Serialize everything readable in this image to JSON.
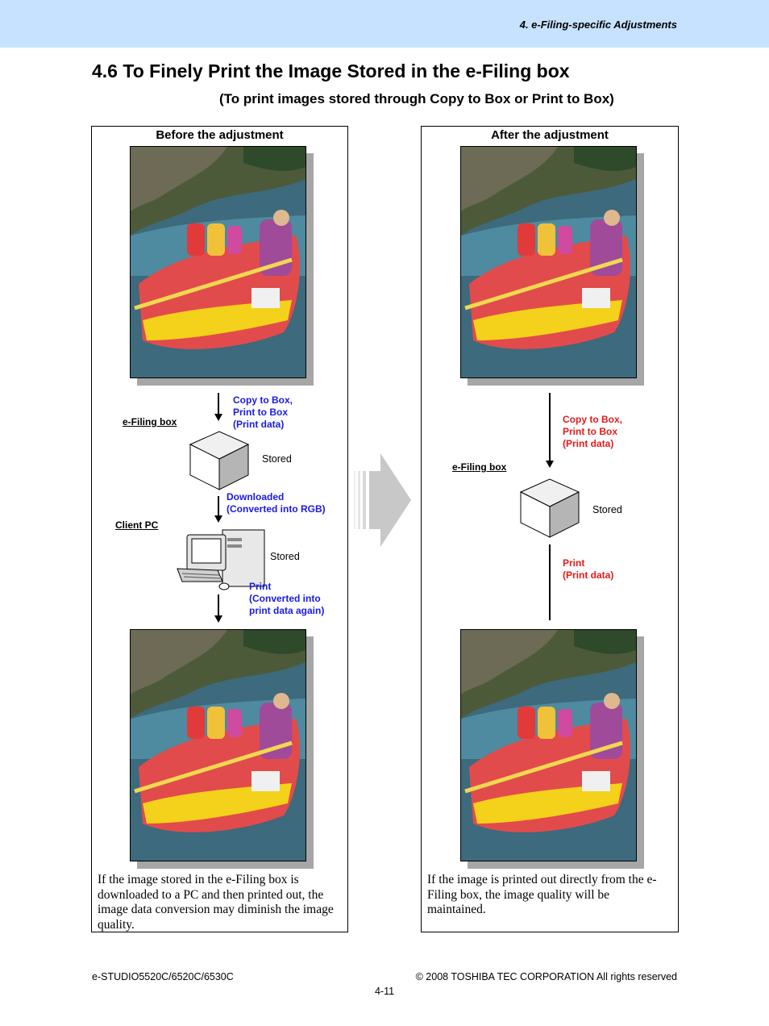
{
  "header": {
    "section": "4. e-Filing-specific Adjustments"
  },
  "title": "4.6 To Finely Print the Image Stored in the e-Filing box",
  "subtitle": "(To print images stored through Copy to Box or Print to Box)",
  "before": {
    "title": "Before the adjustment",
    "copy_label": "Copy to Box,\nPrint to Box\n(Print data)",
    "efiling_label": "e-Filing box",
    "stored1": "Stored",
    "downloaded_label": "Downloaded\n(Converted into RGB)",
    "client_label": "Client PC",
    "stored2": "Stored",
    "print_label": "Print\n(Converted into\nprint data again)",
    "caption": "If the image stored in the e-Filing box is downloaded to a PC and then printed out, the image data conversion may diminish the image quality."
  },
  "after": {
    "title": "After the adjustment",
    "copy_label": "Copy to Box,\nPrint to Box\n(Print data)",
    "efiling_label": "e-Filing box",
    "stored": "Stored",
    "print_label": "Print\n(Print data)",
    "caption": "If the image is printed out directly from the e-Filing box, the image quality will be maintained."
  },
  "colors": {
    "header_band": "#c6e2ff",
    "blue_label": "#1a1ae6",
    "red_label": "#e61a1a"
  },
  "footer": {
    "model": "e-STUDIO5520C/6520C/6530C",
    "copyright": "© 2008 TOSHIBA TEC CORPORATION All rights reserved",
    "page": "4-11"
  }
}
